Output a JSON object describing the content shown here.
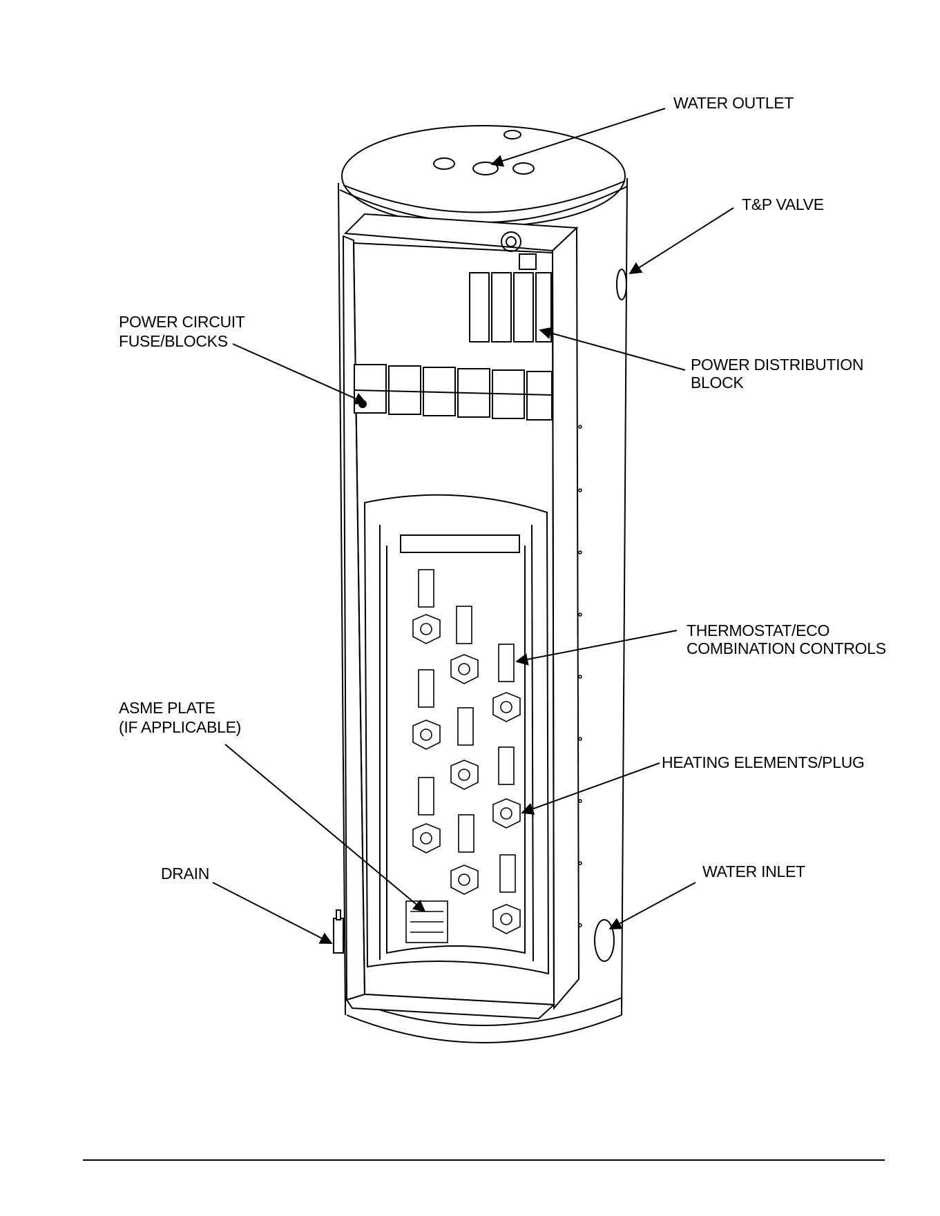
{
  "labels": {
    "water_outlet": "WATER OUTLET",
    "tp_valve": "T&P VALVE",
    "power_circuit_1": "POWER CIRCUIT",
    "power_circuit_2": "FUSE/BLOCKS",
    "power_distribution_1": "POWER DISTRIBUTION",
    "power_distribution_2": "BLOCK",
    "thermostat_1": "THERMOSTAT/ECO",
    "thermostat_2": "COMBINATION CONTROLS",
    "asme_1": "ASME PLATE",
    "asme_2": "(IF APPLICABLE)",
    "heating_elements": "HEATING ELEMENTS/PLUG",
    "drain": "DRAIN",
    "water_inlet": "WATER INLET"
  },
  "colors": {
    "ink": "#000000",
    "paper": "#ffffff"
  }
}
